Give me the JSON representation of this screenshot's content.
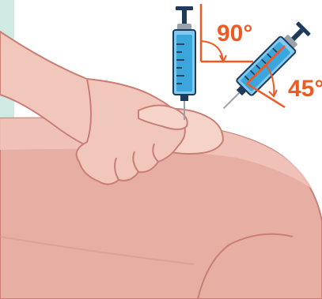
{
  "illustration": {
    "angles": [
      {
        "id": "perpendicular",
        "text": "90°",
        "degrees": 90
      },
      {
        "id": "oblique",
        "text": "45°",
        "degrees": 45
      }
    ],
    "icons": [
      "syringe-icon",
      "hand-icon",
      "leg-icon"
    ],
    "colors": {
      "frame_mint": "#cfe9e3",
      "skin_dark": "#d99a90",
      "skin_mid": "#e7aea4",
      "skin_light": "#f1c6bb",
      "skin_pinch": "#f6d3c8",
      "outline": "#c97f75",
      "barrel_blue": "#3aa6dc",
      "barrel_light": "#7fcaf0",
      "plunger_navy": "#1f3b5c",
      "needle_gray": "#9aa3ab",
      "accent_orange": "#ef5a24"
    }
  }
}
